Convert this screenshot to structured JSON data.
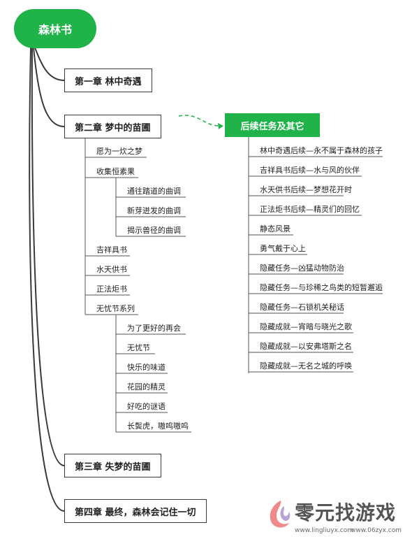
{
  "root": {
    "label": "森林书"
  },
  "chapters": [
    {
      "label": "第一章 林中奇遇"
    },
    {
      "label": "第二章 梦中的苗圃"
    },
    {
      "label": "第三章 失梦的苗圃"
    },
    {
      "label": "第四章 最终，森林会记住一切"
    }
  ],
  "chapter2_items": [
    "愿为一炊之梦",
    "收集恒素果",
    "通往踏道的曲调",
    "新芽迸发的曲调",
    "揭示兽径的曲调",
    "吉祥具书",
    "水天供书",
    "正法炬书",
    "无忧节系列",
    "为了更好的再会",
    "无忧节",
    "快乐的味道",
    "花园的精灵",
    "好吃的谜语",
    "长鬓虎，嗷呜嗷呜"
  ],
  "followup": {
    "label": "后续任务及其它",
    "items": [
      "林中奇遇后续—永不属于森林的孩子",
      "吉祥具书后续—水与风的伙伴",
      "水天供书后续—梦想花开时",
      "正法炬书后续—精灵们的回忆",
      "静态风景",
      "勇气戴于心上",
      "隐藏任务—凶猛动物防治",
      "隐藏任务—与珍稀之鸟类的短暂邂逅",
      "隐藏任务—石锁机关秘话",
      "隐藏成就—宵暗与晓光之歌",
      "隐藏成就—以安弗塔斯之名",
      "隐藏成就—无名之城的呼唤"
    ]
  },
  "watermark": {
    "title": "零元找游戏",
    "url1": "www.lingliuyx.com",
    "url2": "www.06zyx.com"
  },
  "colors": {
    "accent": "#1fb34a",
    "line": "#3a3a3a"
  }
}
